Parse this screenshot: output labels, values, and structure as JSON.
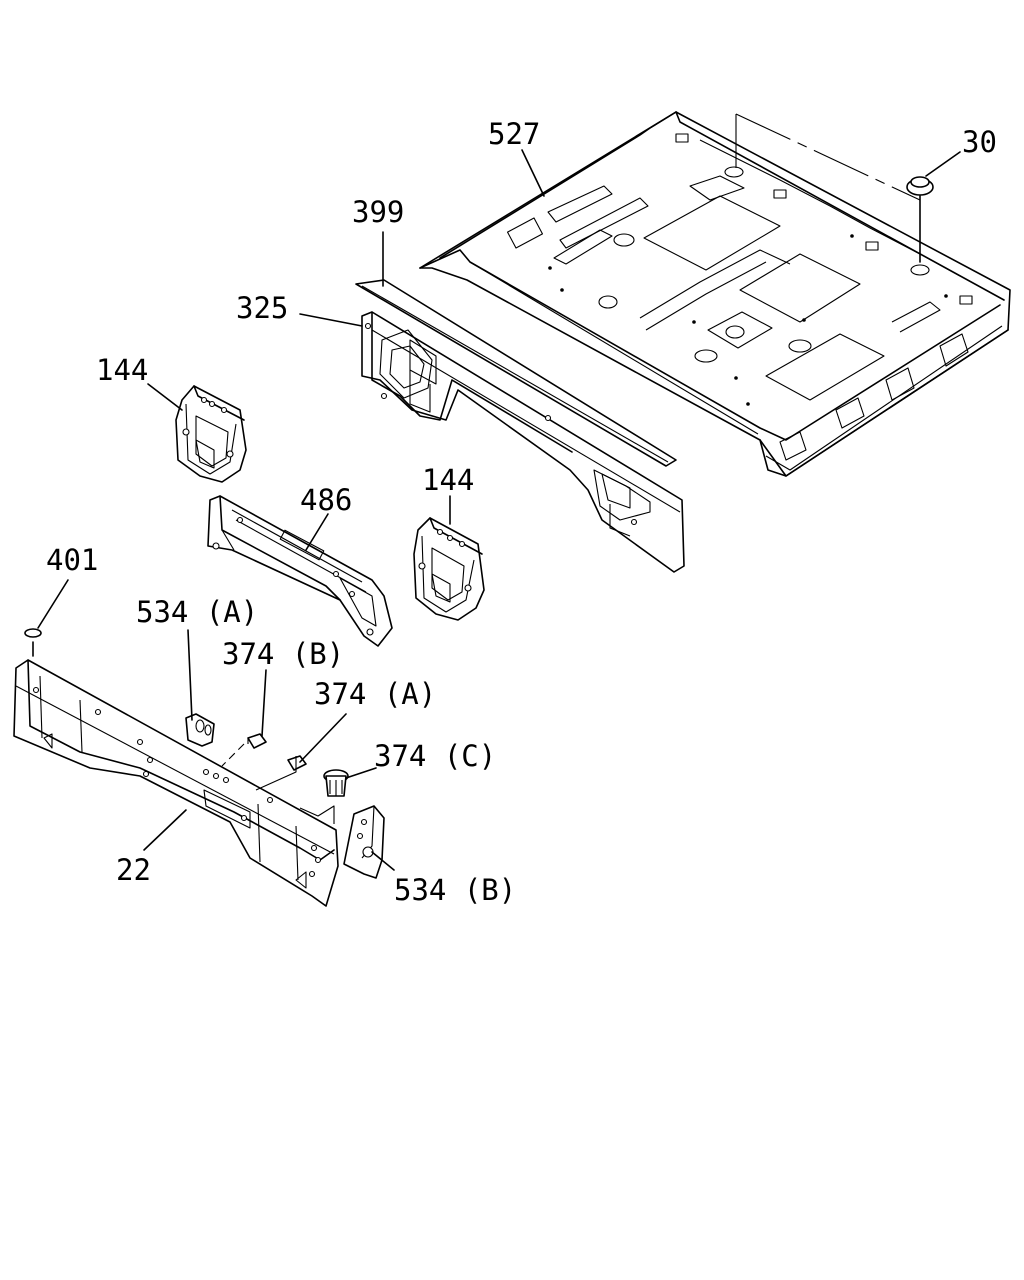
{
  "callouts": {
    "c527": "527",
    "c30": "30",
    "c399": "399",
    "c325": "325",
    "c144_left": "144",
    "c486": "486",
    "c144_right": "144",
    "c401": "401",
    "c534a": "534 (A)",
    "c374b": "374 (B)",
    "c374a": "374 (A)",
    "c374c": "374 (C)",
    "c22": "22",
    "c534b": "534 (B)"
  }
}
